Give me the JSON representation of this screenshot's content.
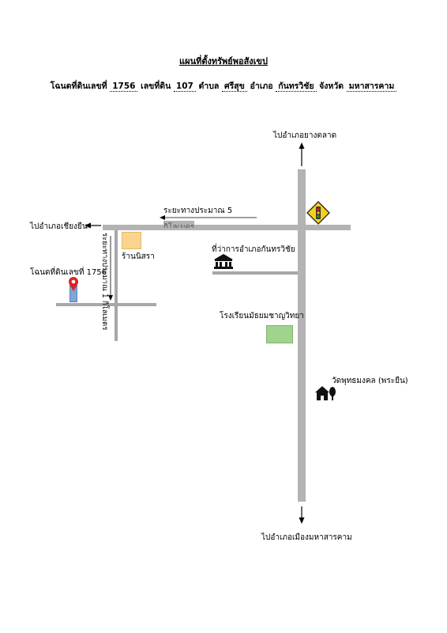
{
  "header": {
    "title": "แผนที่ตั้งทรัพย์พอสังเขป",
    "deed_prefix": "โฉนดที่ดินเลขที่",
    "deed_no": "1756",
    "land_no_label": "เลขที่ดิน",
    "land_no": "107",
    "subdistrict_label": "ตำบล",
    "subdistrict": "ศรีสุข",
    "district_label": "อำเภอ",
    "district": "กันทรวิชัย",
    "province_label": "จังหวัด",
    "province": "มหาสารคาม"
  },
  "directions": {
    "north": "ไปอำเภอยางตลาด",
    "south": "ไปอำเภอเมืองมหาสารคาม",
    "west": "ไปอำเภอเชียงยืน"
  },
  "distances": {
    "horizontal": "ระยะทางประมาณ 5",
    "horizontal_unit": "กิโลเมตร",
    "vertical": "ระยะทางประมาณ 1 กิโลเมตร"
  },
  "landmarks": {
    "shop": "ร้านนิสรา",
    "district_office": "ที่ว่าการอำเภอกันทรวิชัย",
    "school": "โรงเรียนมัธยมชาญวิทยา",
    "temple": "วัดพุทธมงคล (พระยืน)",
    "parcel": "โฉนดที่ดินเลขที่ 1756"
  },
  "icons": {
    "traffic_light": "traffic-light-sign-icon",
    "district_office": "government-building-icon",
    "temple": "house-tree-icon",
    "parcel": "location-pin-icon"
  },
  "colors": {
    "road": "#b3b3b3",
    "shop": "#f9d48e",
    "school": "#9fd38e",
    "parcel": "#7ea6d6",
    "pin": "#e02020",
    "sign": "#f6d11b"
  }
}
